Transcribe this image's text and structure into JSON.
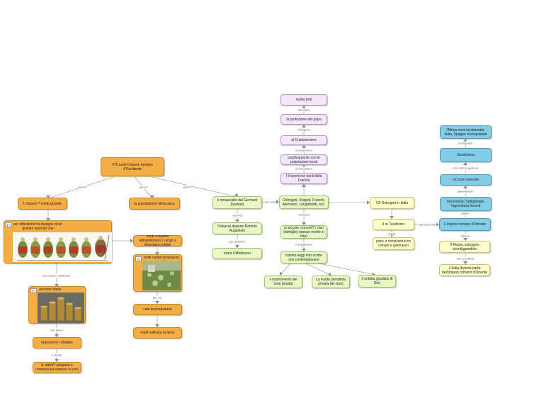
{
  "nodes": {
    "main": "475 cade l'impero romano d'Occidente",
    "impero_grande": "L'impero ? molto grande",
    "popolazione": "la popolazione diminuisce",
    "germani": "è minacciato dai Germani (barbari)",
    "esercito": "per difenderle ha bisogno di un grande esercito che",
    "contadini": "molti contadini abbandonano i campi e diventano soldati",
    "campi_incolti": "molti campi rimangono incolti",
    "cala_produzione": "cala la produzione",
    "fame": "molti soffrono la fame",
    "tasse": "servono molte tasse",
    "impoverire": "impoverire i cittadini",
    "attivita": "le attivit? artigiane e commerciali entrano in crisi",
    "odoacre": "Odoacre depone Romolo Augustolo",
    "medioevo": "inizia il Medioevo",
    "ostrogoti": "Ostrogoti, Visigoti, Franchi, Alemanni, Longobardi, ecc.",
    "forti": "molto forti",
    "papa": "la protezione del papa",
    "cristianesimo": "al Cristianesimo",
    "pacificamente": "pacificamente con le popolazioni locali",
    "franchi": "I Franchi nel nord della Francia",
    "piccole": "in piccole comunit? i clan (famiglie) spesso rivolte in tribù",
    "leggi": "tramite leggi non scritte che contemplavano",
    "risarcimento": "il risarcimento del torto (multa)",
    "faida": "La Faida (vendetta privata dei clan)",
    "ordalia": "L'ordalia (giudizio di Dio)",
    "ostrogoti_italia": "Gli Ostrogoti in Italia",
    "teodorico": "il re Teodorico",
    "pace": "pace e convivenza tra romani e germanici",
    "africa": "l'Africa nord occidentale, Italia, Spagne riconquistate",
    "giustiniano": "Giustiniano",
    "buon_esercito": "un buon esercito",
    "economia": "l'economia, l'artigianato, l'agricoltura fiorenti",
    "oriente": "L'impero romano d'Oriente",
    "regno_ostrogoto": "Il Regno ostrogoto sconfiggendolo",
    "italia_parte": "L'Italia diventa parte dell'impero romano d'Oriente"
  },
  "links": {
    "perche1": "perch?",
    "perche2": "perch?",
    "perche3": "perch?",
    "che_sono": "che sono",
    "nel_476": "nel 476",
    "per_gli_storici": "per gli storici",
    "per_essere_mantenuto": "per essere mantenuto",
    "per_cui": "per cui",
    "che_fanno": "che fanno",
    "e_anche": "e anche",
    "diventano": "diventano",
    "ottengono": "ottengono",
    "si_convertono": "si convertono",
    "si_mescolano": "si mescolano",
    "vivevano": "vivevano",
    "si_regolavano": "si regolavano",
    "guida": "guida",
    "che_sconfisse": "che sconfisse",
    "riconquista": "riconquista",
    "che_sotto_la_guida_di": "che sotto la guida di",
    "garantiscono": "garantiscono",
    "grazie": "grazie",
    "attacca": "attacca",
    "alla_sua_morte": "alla sua morte"
  },
  "tags": {
    "t1": "[+]",
    "t2": "[+]",
    "t3": "[+]"
  },
  "icons": {
    "soldiers": "roman-soldiers-image",
    "field": "overgrown-field-image",
    "coins": "coin-stacks-image"
  }
}
